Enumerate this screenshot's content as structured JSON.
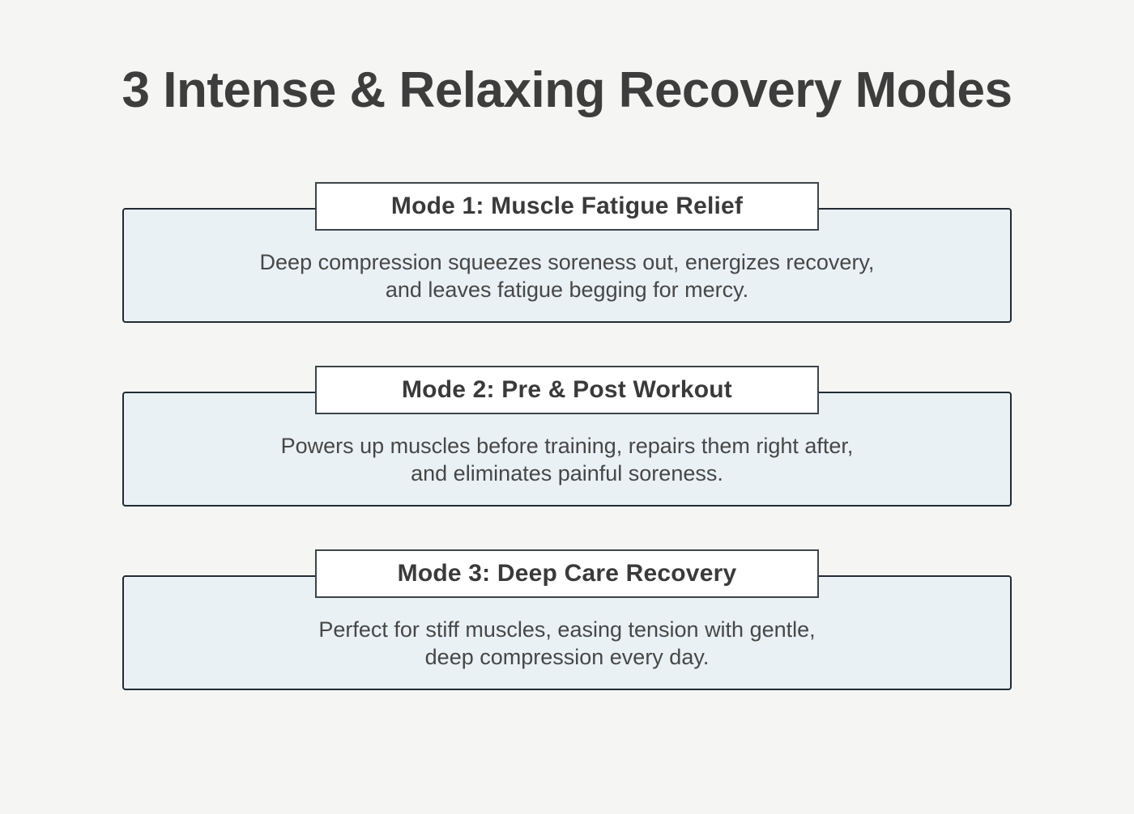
{
  "page": {
    "title": "3 Intense & Relaxing Recovery Modes"
  },
  "modes": [
    {
      "heading": "Mode 1: Muscle Fatigue Relief",
      "line1": "Deep compression squeezes soreness out, energizes recovery,",
      "line2": "and leaves fatigue begging for mercy."
    },
    {
      "heading": "Mode 2: Pre & Post Workout",
      "line1": "Powers up muscles before training, repairs them right after,",
      "line2": "and eliminates painful soreness."
    },
    {
      "heading": "Mode 3: Deep Care Recovery",
      "line1": "Perfect for stiff muscles, easing tension with gentle,",
      "line2": "deep compression every day."
    }
  ],
  "colors": {
    "background": "#f5f5f4",
    "panel_fill": "#e9f1f4",
    "panel_border": "#222b33",
    "header_fill": "#ffffff",
    "header_border": "#3d4449",
    "title_text": "#3d3d3d",
    "heading_text": "#3a3a3a",
    "body_text": "#474747"
  }
}
